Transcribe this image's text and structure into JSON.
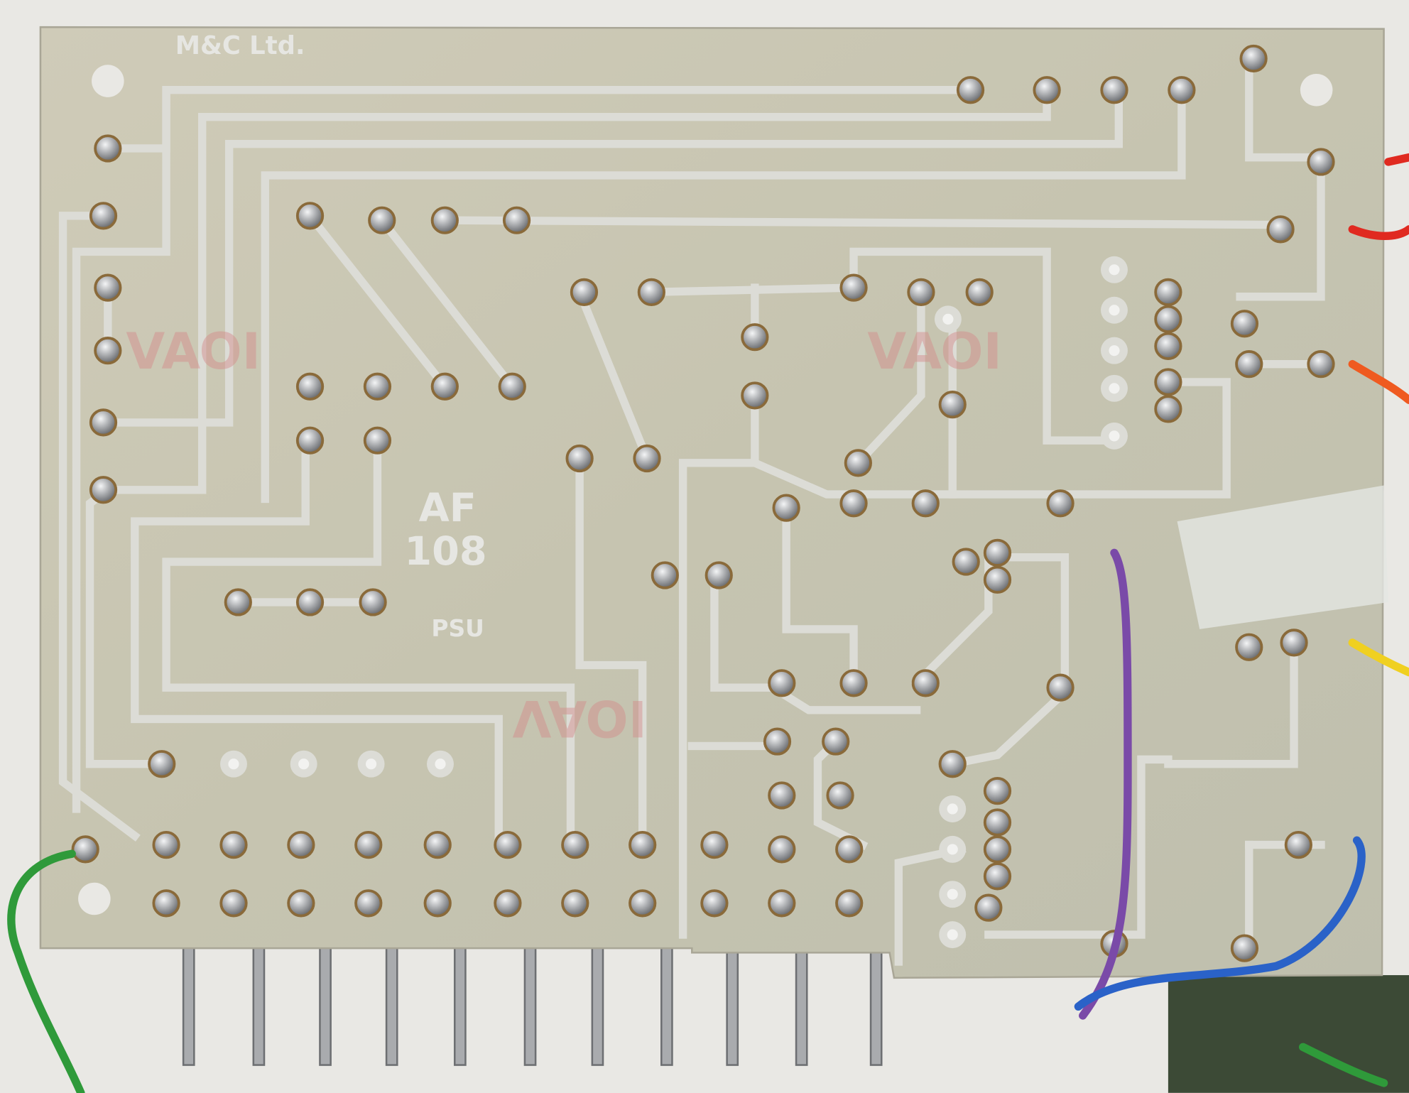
{
  "board": {
    "maker_label": "M&C Ltd.",
    "model_line1": "AF",
    "model_line2": "108",
    "function_label": "PSU",
    "mirrored_marking": "IOAV"
  },
  "colors": {
    "substrate": "#c9c6b4",
    "copper_trace": "#dcdcd6",
    "solder": "#b9bbbd",
    "flux": "#8a6a3a",
    "background_cloth": "#e9e8e4",
    "wire_green": "#2f9a3a",
    "wire_purple": "#7a4aa8",
    "wire_blue": "#2a62c8",
    "wire_red": "#e02a20",
    "wire_orange": "#ef5a20",
    "wire_yellow": "#f0d020"
  },
  "edge_connector_pins": 11
}
